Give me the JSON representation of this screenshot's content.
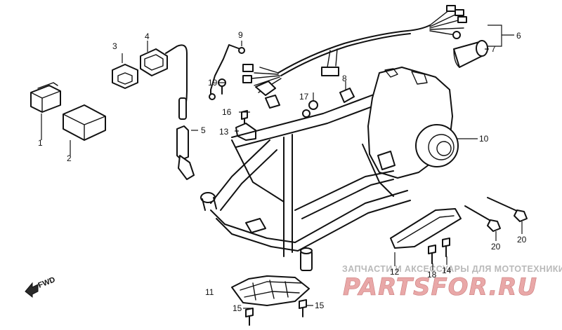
{
  "callouts": {
    "c1": "1",
    "c2": "2",
    "c3": "3",
    "c4": "4",
    "c5": "5",
    "c6": "6",
    "c7": "7",
    "c8": "8",
    "c9": "9",
    "c10": "10",
    "c11": "11",
    "c12": "12",
    "c13": "13",
    "c14": "14",
    "c15a": "15",
    "c15b": "15",
    "c16": "16",
    "c17": "17",
    "c18": "18",
    "c19": "19",
    "c20a": "20",
    "c20b": "20"
  },
  "direction": {
    "label": "FWD"
  },
  "watermark": {
    "tagline": "ЗАПЧАСТИ И АКСЕССУАРЫ ДЛЯ МОТОТЕХНИКИ",
    "brand": "PARTSFOR.RU",
    "brand_color": "#e9a8a8"
  }
}
